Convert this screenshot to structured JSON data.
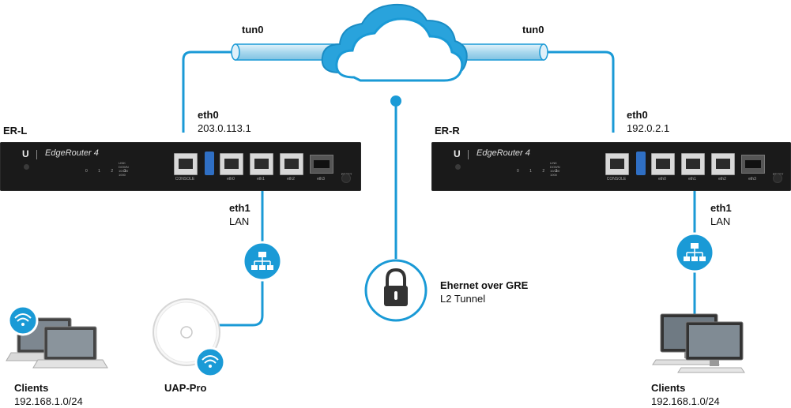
{
  "tunnel": {
    "left_label": "tun0",
    "right_label": "tun0"
  },
  "left_router": {
    "name": "ER-L",
    "logo": "U",
    "model": "EdgeRouter 4",
    "wan_interface": "eth0",
    "wan_ip": "203.0.113.1",
    "lan_interface": "eth1",
    "lan_role": "LAN",
    "port_labels": [
      "CONSOLE",
      "eth0",
      "eth1",
      "eth2",
      "eth3"
    ],
    "led_numbers": "0 1 2 3",
    "led_legend": [
      "LINK",
      "DOWN",
      "10/100",
      "1000"
    ],
    "reset_label": "RESET"
  },
  "right_router": {
    "name": "ER-R",
    "logo": "U",
    "model": "EdgeRouter 4",
    "wan_interface": "eth0",
    "wan_ip": "192.0.2.1",
    "lan_interface": "eth1",
    "lan_role": "LAN",
    "port_labels": [
      "CONSOLE",
      "eth0",
      "eth1",
      "eth2",
      "eth3"
    ],
    "led_numbers": "0 1 2 3",
    "led_legend": [
      "LINK",
      "DOWN",
      "10/100",
      "1000"
    ],
    "reset_label": "RESET"
  },
  "tunnel_info": {
    "title": "Ehernet over GRE",
    "subtitle": "L2 Tunnel"
  },
  "left_clients": {
    "label": "Clients",
    "subnet": "192.168.1.0/24"
  },
  "access_point": {
    "label": "UAP-Pro"
  },
  "right_clients": {
    "label": "Clients",
    "subnet": "192.168.1.0/24"
  },
  "colors": {
    "accent": "#1a9ad6",
    "tube": "#a9d8ee",
    "router_body": "#1a1a1a"
  },
  "icons": [
    "cloud-icon",
    "network-switch-icon",
    "lock-icon",
    "wifi-icon",
    "laptop-icon",
    "desktop-icon",
    "access-point-icon"
  ]
}
